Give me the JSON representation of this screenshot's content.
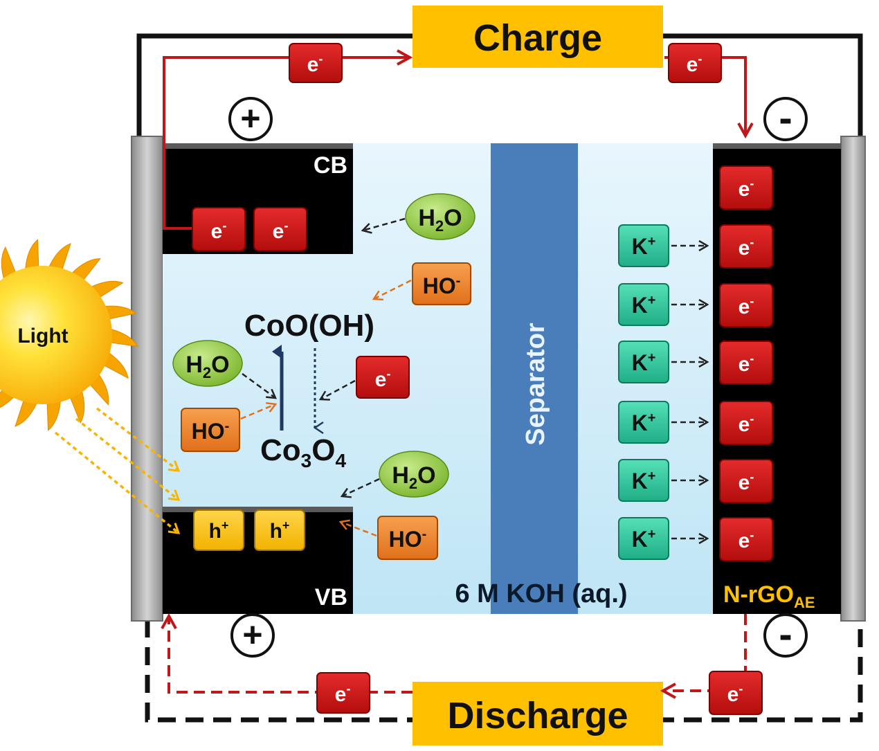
{
  "labels": {
    "charge": "Charge",
    "discharge": "Discharge",
    "light": "Light",
    "cb": "CB",
    "vb": "VB",
    "separator": "Separator",
    "electrolyte": "6 M KOH (aq.)",
    "electrode_main": "N-rGO",
    "electrode_sub": "AE",
    "plus": "+",
    "minus": "-"
  },
  "species": {
    "electron": "e",
    "electron_sup": "-",
    "hole": "h",
    "hole_sup": "+",
    "potassium": "K",
    "potassium_sup": "+",
    "water_h": "H",
    "water_sub": "2",
    "water_o": "O",
    "hydroxide": "HO",
    "hydroxide_sup": "-",
    "cooh": "CoO(OH)",
    "co3o4_co": "Co",
    "co3o4_sub3": "3",
    "co3o4_o": "O",
    "co3o4_sub4": "4"
  },
  "colors": {
    "electron": "#cc1111",
    "potassium": "#2ec9a0",
    "hole": "#ffc20e",
    "water": "#8cc63e",
    "hydroxide": "#ee7f22",
    "charge_box": "#ffc000",
    "separator": "#4a7ebb",
    "electrolyte": "#d5eef8",
    "wire_red": "#c0181a",
    "light_arrows": "#f7b500"
  }
}
